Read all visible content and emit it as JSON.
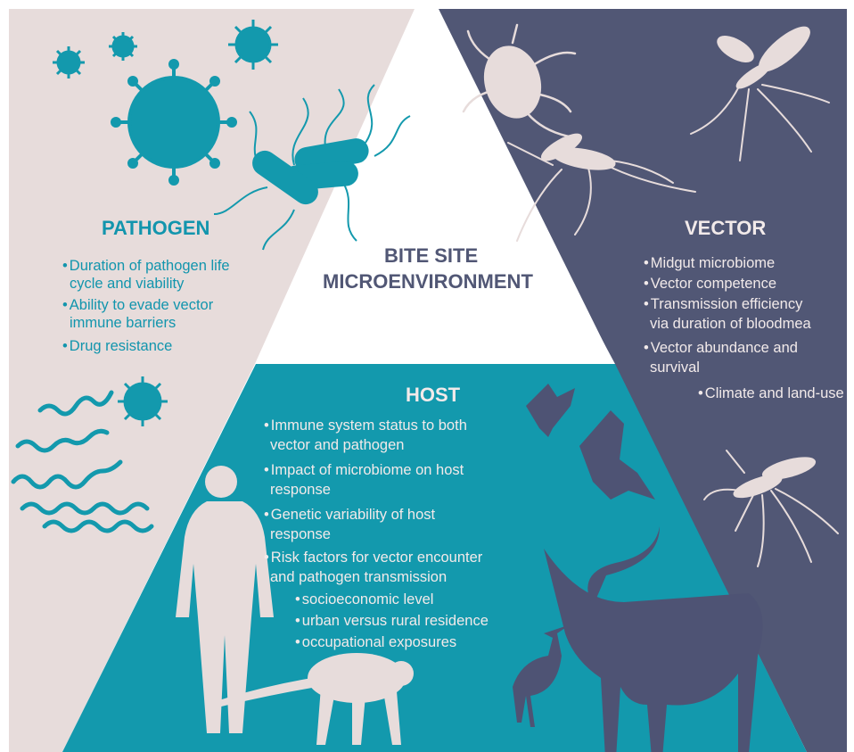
{
  "colors": {
    "pathogen_bg": "#e7dcdb",
    "vector_bg": "#515775",
    "host_bg": "#1399ad",
    "center_bg": "#ffffff",
    "teal_text": "#1295ad",
    "light_text": "#f2eaea",
    "dark_text": "#515775",
    "silhouette_light": "#e7dcdb",
    "silhouette_dark": "#4e5374",
    "silhouette_teal": "#1399ad"
  },
  "center": {
    "line1": "BITE SITE",
    "line2": "MICROENVIRONMENT"
  },
  "pathogen": {
    "title": "PATHOGEN",
    "items": [
      "Duration of pathogen life",
      "cycle and viability",
      "Ability to evade vector",
      "immune barriers",
      "Drug resistance"
    ]
  },
  "vector": {
    "title": "VECTOR",
    "items": [
      "Midgut microbiome",
      "Vector competence",
      "Transmission efficiency",
      "via duration of bloodmea",
      "Vector abundance and",
      "survival",
      "Climate and land-use"
    ]
  },
  "host": {
    "title": "HOST",
    "items": [
      "Immune system status to both",
      "vector and pathogen",
      "Impact of microbiome on host",
      "response",
      "Genetic variability of host",
      "response",
      "Risk factors for vector encounter",
      "and pathogen transmission",
      "socioeconomic level",
      "urban versus rural residence",
      "occupational exposures"
    ]
  },
  "icons": {
    "virus": "virus-icon",
    "bacteria": "bacteria-icon",
    "spirochete": "spirochete-icon",
    "tick": "tick-icon",
    "mosquito": "mosquito-icon",
    "sandfly": "sandfly-icon",
    "bird": "bird-icon",
    "person": "person-icon",
    "monkey": "monkey-icon",
    "heron": "heron-icon",
    "cattle": "cattle-icon"
  }
}
